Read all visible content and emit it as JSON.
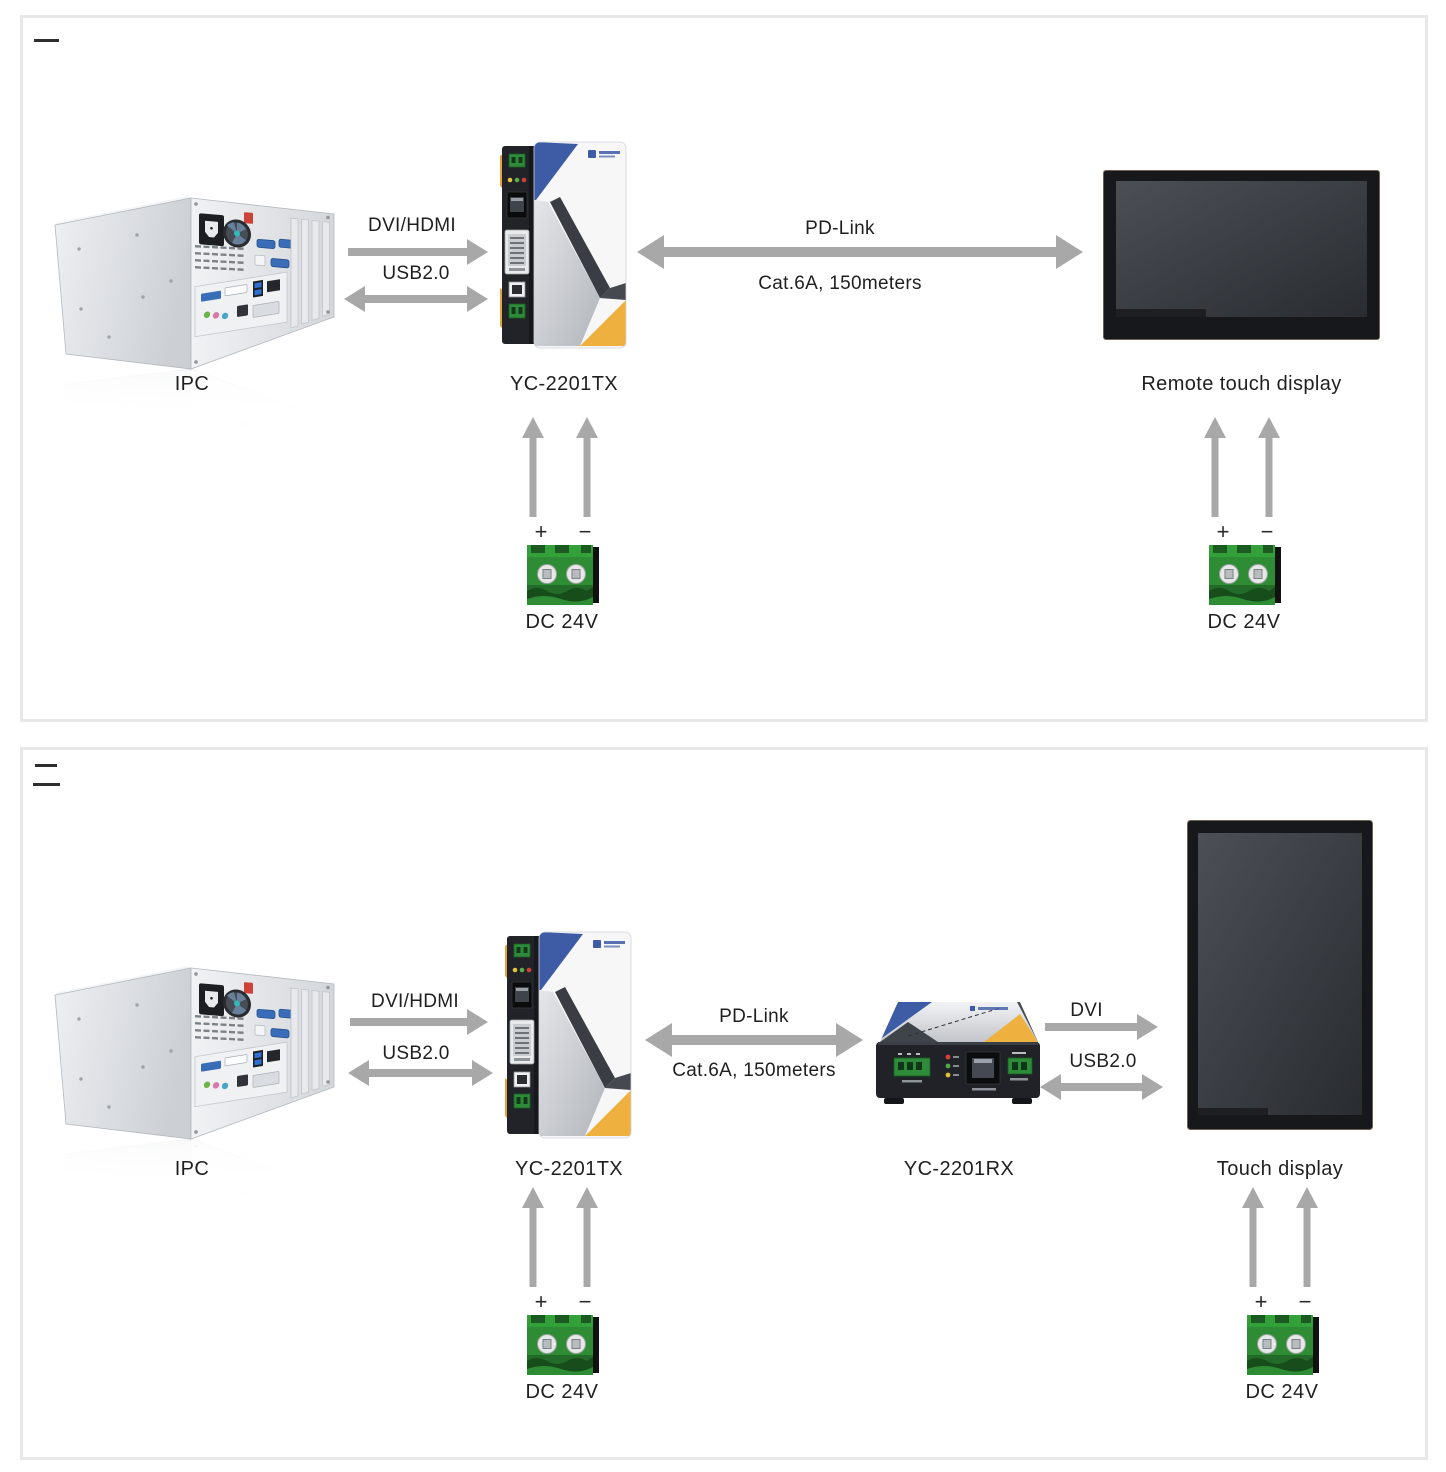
{
  "colors": {
    "arrow_gray": "#a8a8a8",
    "text": "#1f1f1f",
    "panel_border": "#e8e8e8",
    "brand_blue": "#3e5ba6",
    "brand_yellow": "#eeb13f",
    "connector_green": "#2e8c35",
    "screen_dark": "#33373c"
  },
  "diagram1": {
    "ipc": {
      "label": "IPC"
    },
    "transmitter": {
      "label": "YC-2201TX"
    },
    "display": {
      "label": "Remote touch display"
    },
    "links": {
      "video": "DVI/HDMI",
      "usb": "USB2.0",
      "pd": "PD-Link",
      "pd_cable": "Cat.6A, 150meters"
    },
    "power_tx": {
      "plus": "+",
      "minus": "−",
      "label": "DC 24V"
    },
    "power_display": {
      "plus": "+",
      "minus": "−",
      "label": "DC 24V"
    }
  },
  "diagram2": {
    "ipc": {
      "label": "IPC"
    },
    "transmitter": {
      "label": "YC-2201TX"
    },
    "receiver": {
      "label": "YC-2201RX"
    },
    "display": {
      "label": "Touch display"
    },
    "links": {
      "video": "DVI/HDMI",
      "usb": "USB2.0",
      "pd": "PD-Link",
      "pd_cable": "Cat.6A, 150meters",
      "video_out": "DVI",
      "usb_out": "USB2.0"
    },
    "power_tx": {
      "plus": "+",
      "minus": "−",
      "label": "DC 24V"
    },
    "power_display": {
      "plus": "+",
      "minus": "−",
      "label": "DC 24V"
    }
  }
}
